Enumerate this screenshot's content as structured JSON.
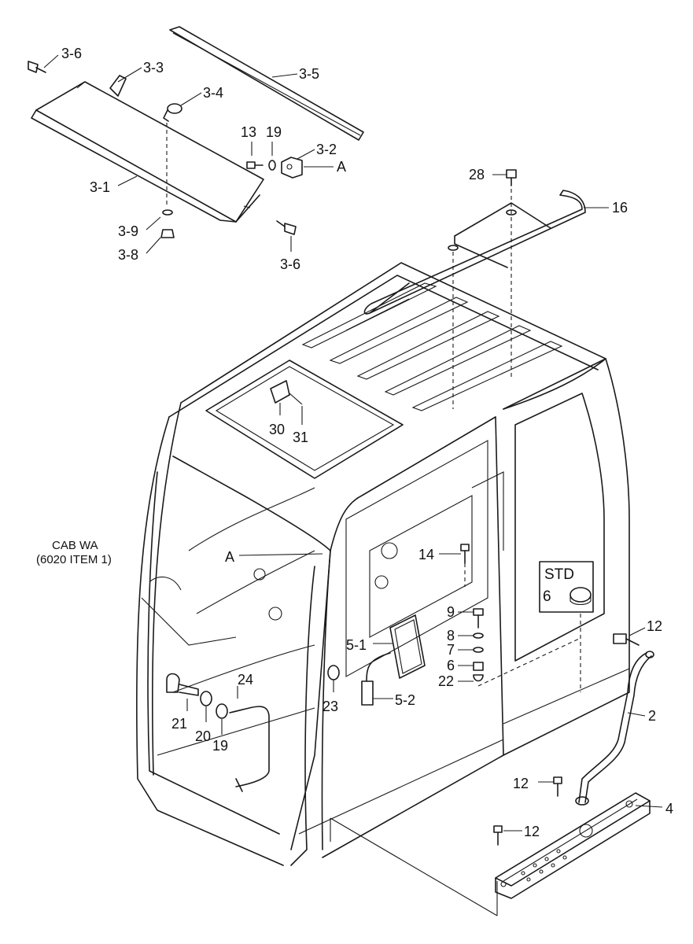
{
  "labels": {
    "l3_6a": "3-6",
    "l3_3": "3-3",
    "l3_5": "3-5",
    "l3_4": "3-4",
    "l13": "13",
    "l19a": "19",
    "l3_2": "3-2",
    "lA1": "A",
    "l3_1": "3-1",
    "l3_9": "3-9",
    "l3_8": "3-8",
    "l3_6b": "3-6",
    "l28": "28",
    "l16": "16",
    "l30": "30",
    "l31": "31",
    "cab1": "CAB WA",
    "cab2": "(6020 ITEM 1)",
    "lA2": "A",
    "l14": "14",
    "std": "STD",
    "l6std": "6",
    "l9": "9",
    "l8": "8",
    "l7": "7",
    "l6": "6",
    "l22": "22",
    "l12a": "12",
    "l5_1": "5-1",
    "l5_2": "5-2",
    "l23": "23",
    "l24": "24",
    "l21": "21",
    "l20": "20",
    "l19b": "19",
    "l2": "2",
    "l12b": "12",
    "l4": "4",
    "l12c": "12"
  }
}
